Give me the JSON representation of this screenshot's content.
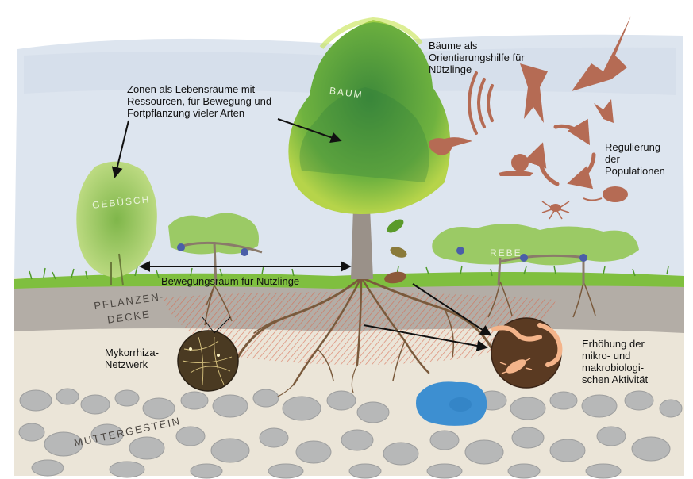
{
  "labels": {
    "zonen": "Zonen als Lebensräume mit\nRessourcen, für Bewegung und\nFortpflanzung vieler Arten",
    "baeume_orientierung": "Bäume als\nOrientierungshilfe für\nNützlinge",
    "regulierung": "Regulierung\nder\nPopulationen",
    "bewegungsraum": "Bewegungsraum für Nützlinge",
    "mykorrhiza": "Mykorrhiza-\nNetzwerk",
    "erhoehung": "Erhöhung der\nmikro- und\nmakrobiologi-\nschen Aktivität"
  },
  "tags": {
    "baum": "BAUM",
    "gebuesch": "GEBÜSCH",
    "rebe": "REBE",
    "pflanzendecke_1": "PFLANZEN-",
    "pflanzendecke_2": "DECKE",
    "muttergestein": "MUTTERGESTEIN"
  },
  "icons": [
    "bird-of-prey-icon",
    "bat-icon",
    "sound-waves-icon",
    "bird-icon",
    "butterfly-icon",
    "snail-icon",
    "mouse-icon",
    "spider-icon",
    "cycle-arrows-icon",
    "earthworm-icon",
    "bacteria-icon",
    "leaf-icon"
  ],
  "colors": {
    "sky": "#dde5ef",
    "tree": "#5fa53c",
    "animal": "#b56b54",
    "topsoil": "#b3ada6",
    "subsoil": "#ebe5d8",
    "stone": "#b7b8b8",
    "water": "#3d8fd1",
    "roots": "#7a5a3c"
  }
}
